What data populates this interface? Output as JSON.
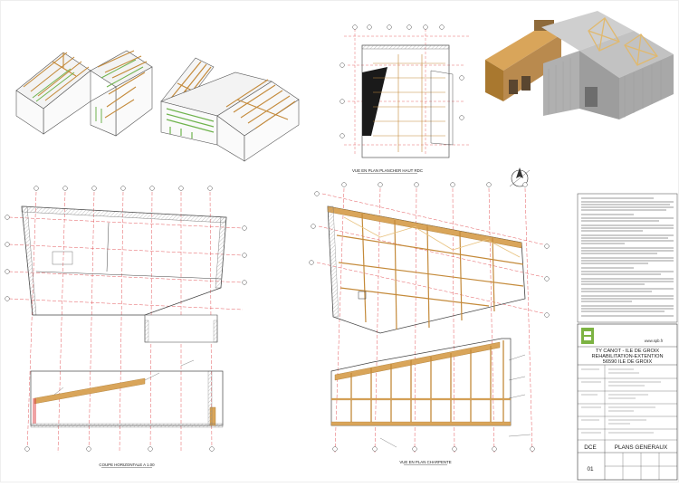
{
  "title_block": {
    "project_line1": "TY CANOT - ILE DE GROIX",
    "project_line2": "REHABILITATION-EXTENTION",
    "project_line3": "56590 ILE DE GROIX",
    "website": "www.spb.fr",
    "phase": "DCE",
    "sheet_title": "PLANS GENERAUX",
    "sheet_number": "01"
  },
  "captions": {
    "roof_plan": "VUE EN PLAN PLANCHER HAUT RDC",
    "floor_plan": "COUPE HORIZONTALE A 1.00",
    "frame_plan": "VUE EN PLAN CHARPENTE"
  },
  "icons": {
    "north": "north-arrow-icon",
    "logo": "company-logo-icon"
  },
  "colors": {
    "timber": "#d9a55a",
    "timber_dark": "#a9782f",
    "grid_red": "#e0454a",
    "glazing": "#7fc36a",
    "render_roof": "#cfcfcf",
    "render_wood": "#b98a4e"
  }
}
